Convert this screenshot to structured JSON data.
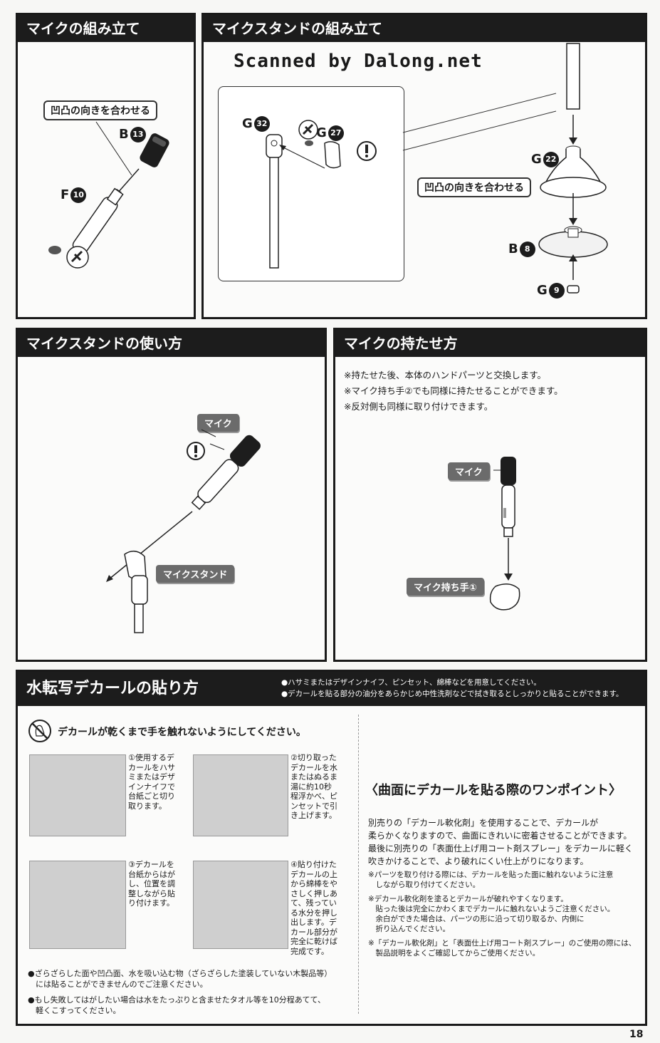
{
  "watermark": "Scanned by Dalong.net",
  "page_number": "18",
  "sec_mic": {
    "title": "マイクの組み立て",
    "align_label": "凹凸の向きを合わせる",
    "part_b_letter": "B",
    "part_b_num": "13",
    "part_f_letter": "F",
    "part_f_num": "10"
  },
  "sec_stand": {
    "title": "マイクスタンドの組み立て",
    "align_label": "凹凸の向きを合わせる",
    "g32_letter": "G",
    "g32_num": "32",
    "g27_letter": "G",
    "g27_num": "27",
    "g22_letter": "G",
    "g22_num": "22",
    "b8_letter": "B",
    "b8_num": "8",
    "g9_letter": "G",
    "g9_num": "9"
  },
  "sec_use": {
    "title": "マイクスタンドの使い方",
    "mic_label": "マイク",
    "stand_label": "マイクスタンド"
  },
  "sec_hold": {
    "title": "マイクの持たせ方",
    "notes": [
      "※持たせた後、本体のハンドパーツと交換します。",
      "※マイク持ち手②でも同様に持たせることができます。",
      "※反対側も同様に取り付けできます。"
    ],
    "mic_label": "マイク",
    "hand_label": "マイク持ち手①"
  },
  "sec_decal": {
    "title": "水転写デカールの貼り方",
    "header_notes": [
      "●ハサミまたはデザインナイフ、ピンセット、綿棒などを用意してください。",
      "●デカールを貼る部分の油分をあらかじめ中性洗剤などで拭き取るとしっかりと貼ることができます。"
    ],
    "warning": "デカールが乾くまで手を触れないようにしてください。",
    "steps": [
      "①使用するデ\nカールをハサ\nミまたはデザ\nインナイフで\n台紙ごと切り\n取ります。",
      "②切り取った\nデカールを水\nまたはぬるま\n湯に約10秒\n程浮かべ、ピ\nンセットで引\nき上げます。",
      "③デカールを\n台紙からはが\nし、位置を調\n整しながら貼\nり付けます。",
      "④貼り付けた\nデカールの上\nから綿棒をや\nさしく押しあ\nて、残ってい\nる水分を押し\n出します。デ\nカール部分が\n完全に乾けば\n完成です。"
    ],
    "bottom_notes": [
      "●ざらざらした面や凹凸面、水を吸い込む物（ざらざらした塗装していない木製品等）",
      "　には貼ることができませんのでご注意ください。",
      "●もし失敗してはがしたい場合は水をたっぷりと含ませたタオル等を10分程あてて、",
      "　軽くこすってください。"
    ],
    "onepoint_title": "〈曲面にデカールを貼る際のワンポイント〉",
    "onepoint_body": [
      "別売りの「デカール軟化剤」を使用することで、デカールが",
      "柔らかくなりますので、曲面にきれいに密着させることができます。",
      "最後に別売りの「表面仕上げ用コート剤スプレー」をデカールに軽く",
      "吹きかけることで、より破れにくい仕上がりになります。"
    ],
    "onepoint_notes": [
      "※パーツを取り付ける際には、デカールを貼った面に触れないように注意",
      "　しながら取り付けてください。",
      "※デカール軟化剤を塗るとデカールが破れやすくなります。",
      "　貼った後は完全にかわくまでデカールに触れないようご注意ください。",
      "　余白ができた場合は、パーツの形に沿って切り取るか、内側に",
      "　折り込んでください。",
      "※「デカール軟化剤」と「表面仕上げ用コート剤スプレー」のご使用の際には、",
      "　製品説明をよくご確認してからご使用ください。"
    ]
  },
  "icons": {
    "nub": "nub-icon",
    "caution": "caution-icon",
    "no_touch": "no-touch-icon"
  }
}
